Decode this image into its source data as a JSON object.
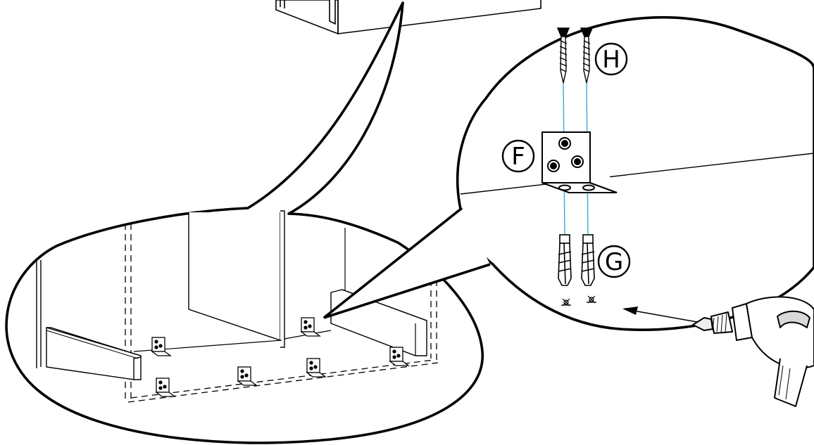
{
  "labels": {
    "bracket": "F",
    "wall_plug": "G",
    "screw": "H"
  },
  "colors": {
    "line": "#000000",
    "guide": "#3aaad8",
    "background": "#ffffff",
    "part_fill": "#ffffff",
    "shade": "#d9d9d9"
  },
  "icons": {
    "drill": "power-drill-icon",
    "drill_mark": "drill-hole-mark-icon"
  }
}
